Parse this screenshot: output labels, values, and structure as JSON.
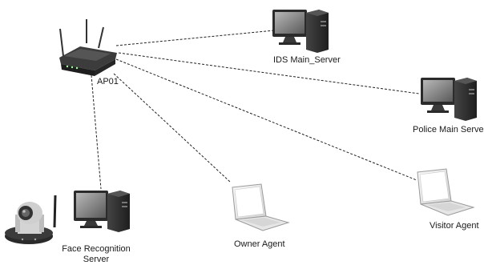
{
  "nodes": {
    "access_point": {
      "label": "AP01",
      "icon": "wireless-router-icon"
    },
    "ids_server": {
      "label": "IDS Main_Server",
      "icon": "desktop-computer-icon"
    },
    "police_server": {
      "label": "Police Main Serve",
      "icon": "desktop-computer-icon"
    },
    "face_recognition_server": {
      "label_line1": "Face Recognition",
      "label_line2": "Server",
      "icon": "desktop-computer-icon",
      "camera_icon": "ip-camera-icon"
    },
    "owner_agent": {
      "label": "Owner Agent",
      "icon": "laptop-icon"
    },
    "visitor_agent": {
      "label": "Visitor Agent",
      "icon": "laptop-icon"
    }
  },
  "links": [
    {
      "from": "access_point",
      "to": "ids_server",
      "style": "dashed"
    },
    {
      "from": "access_point",
      "to": "police_server",
      "style": "dashed"
    },
    {
      "from": "access_point",
      "to": "visitor_agent",
      "style": "dashed"
    },
    {
      "from": "access_point",
      "to": "owner_agent",
      "style": "dashed"
    },
    {
      "from": "access_point",
      "to": "face_recognition_server",
      "style": "dashed"
    }
  ],
  "colors": {
    "line": "#222222",
    "device_dark": "#2b2b2b",
    "screen": "#8a8a8a",
    "laptop": "#eeeeee"
  }
}
